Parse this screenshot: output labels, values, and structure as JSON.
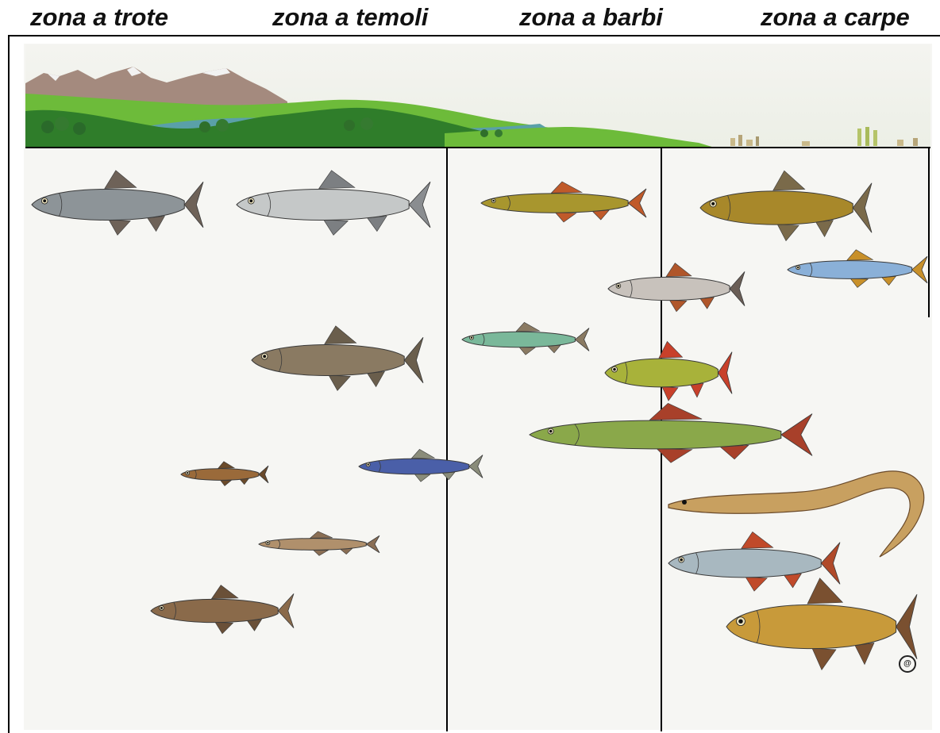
{
  "zones": [
    {
      "label": "zona a trote"
    },
    {
      "label": "zona a temoli"
    },
    {
      "label": "zona a barbi"
    },
    {
      "label": "zona a carpe"
    }
  ],
  "colors": {
    "mountain": "#a48a7e",
    "snow": "#f2f2f2",
    "hill_dark": "#2f7d2a",
    "hill_light": "#6dbb3a",
    "water": "#5aa0a8",
    "divider": "#000000"
  },
  "fish_icons": [
    "brown-trout-icon",
    "grayling-icon",
    "marble-trout-icon",
    "minnow-icon",
    "bleak-icon",
    "stone-loach-icon",
    "bullhead-icon",
    "barbel-icon",
    "chub-icon",
    "spined-loach-icon",
    "perch-icon",
    "pike-icon",
    "tench-icon",
    "rudd-icon",
    "eel-icon",
    "roach-icon",
    "carp-icon"
  ]
}
